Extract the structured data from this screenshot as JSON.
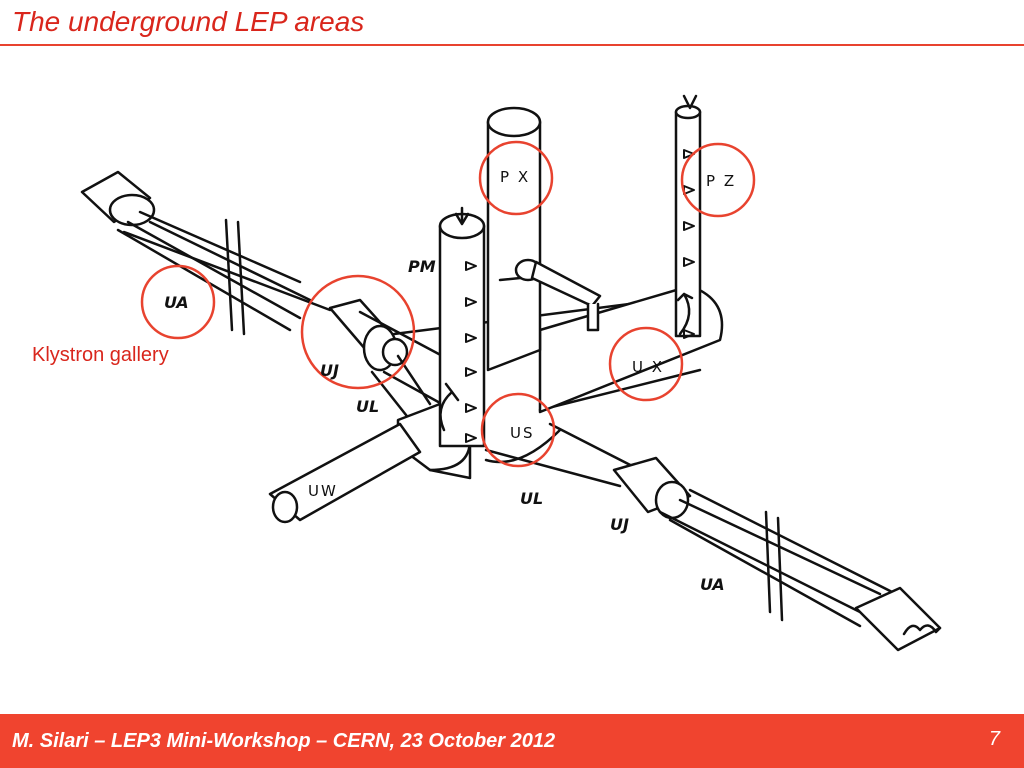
{
  "slide": {
    "title": "The underground LEP areas",
    "page_number": "7"
  },
  "diagram": {
    "labels": {
      "ua_left": "UA",
      "uj_left": "UJ",
      "ul_left": "UL",
      "pm": "PM",
      "px": "P X",
      "pz": "P Z",
      "ux": "U X",
      "us": "US",
      "uw": "UW",
      "ul_right": "UL",
      "uj_right": "UJ",
      "ua_right": "UA"
    },
    "annotation": "Klystron gallery",
    "highlight_color": "#e8432f"
  },
  "footer": {
    "text": "M. Silari – LEP3 Mini-Workshop – CERN, 23 October 2012",
    "background": "#f0442f"
  }
}
